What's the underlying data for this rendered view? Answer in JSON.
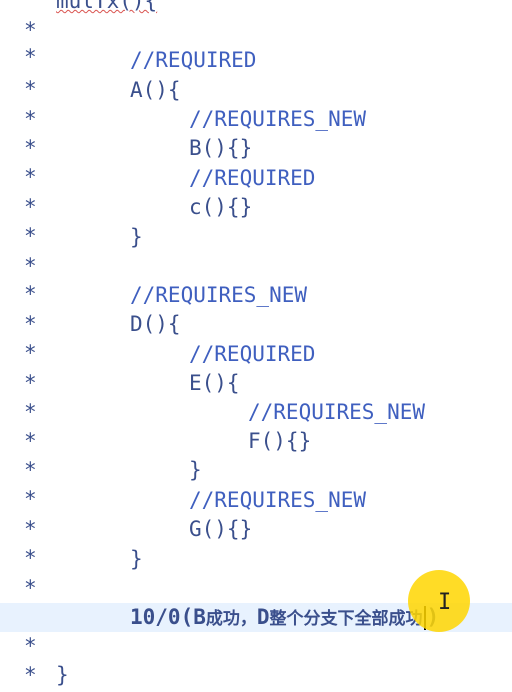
{
  "editor": {
    "lines": [
      {
        "star": "*",
        "text": "mulTx(){"
      },
      {
        "star": "*",
        "text": ""
      },
      {
        "star": "*",
        "text": "//REQUIRED"
      },
      {
        "star": "*",
        "text": "A(){"
      },
      {
        "star": "*",
        "text": "//REQUIRES_NEW"
      },
      {
        "star": "*",
        "text": "B(){}"
      },
      {
        "star": "*",
        "text": "//REQUIRED"
      },
      {
        "star": "*",
        "text": "c(){}"
      },
      {
        "star": "*",
        "text": "}"
      },
      {
        "star": "*",
        "text": ""
      },
      {
        "star": "*",
        "text": "//REQUIRES_NEW"
      },
      {
        "star": "*",
        "text": "D(){"
      },
      {
        "star": "*",
        "text": "//REQUIRED"
      },
      {
        "star": "*",
        "text": "E(){"
      },
      {
        "star": "*",
        "text": "//REQUIRES_NEW"
      },
      {
        "star": "*",
        "text": "F(){}"
      },
      {
        "star": "*",
        "text": "}"
      },
      {
        "star": "*",
        "text": "//REQUIRES_NEW"
      },
      {
        "star": "*",
        "text": "G(){}"
      },
      {
        "star": "*",
        "text": "}"
      },
      {
        "star": "*",
        "text": ""
      },
      {
        "star": "*",
        "text": "10/0(",
        "cjk_b": "B",
        "cjk_mid": "成功，",
        "cjk_d": "D",
        "cjk_rest": "整个分支下全部成功",
        "end": ")"
      },
      {
        "star": "*",
        "text": ""
      },
      {
        "star": "*",
        "text": "}"
      }
    ]
  },
  "colors": {
    "code": "#3a4f8c",
    "comment": "#3f5fbf",
    "current_line": "#e8f2fe",
    "cursor_highlight": "#ffd600"
  },
  "icons": {
    "mouse_cursor": "i-beam-cursor-icon"
  }
}
